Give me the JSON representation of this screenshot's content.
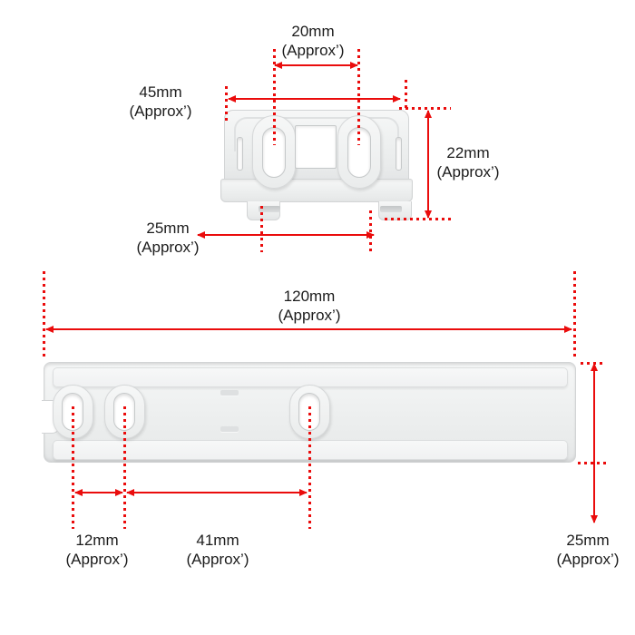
{
  "colors": {
    "dimension_red": "#ea0c0c",
    "text_color": "#1c1c1c",
    "part_fill": "#eef0f0"
  },
  "parts": {
    "bracket": "mounting-bracket",
    "rail": "slide-rail"
  },
  "labels": {
    "bracket_hole_spacing": {
      "value": "20mm",
      "approx": "(Approx’)"
    },
    "bracket_width": {
      "value": "45mm",
      "approx": "(Approx’)"
    },
    "bracket_height": {
      "value": "22mm",
      "approx": "(Approx’)"
    },
    "bracket_tab_spacing": {
      "value": "25mm",
      "approx": "(Approx’)"
    },
    "rail_length": {
      "value": "120mm",
      "approx": "(Approx’)"
    },
    "rail_hole_spacing_left": {
      "value": "12mm",
      "approx": "(Approx’)"
    },
    "rail_hole_spacing_mid": {
      "value": "41mm",
      "approx": "(Approx’)"
    },
    "rail_height": {
      "value": "25mm",
      "approx": "(Approx’)"
    }
  }
}
